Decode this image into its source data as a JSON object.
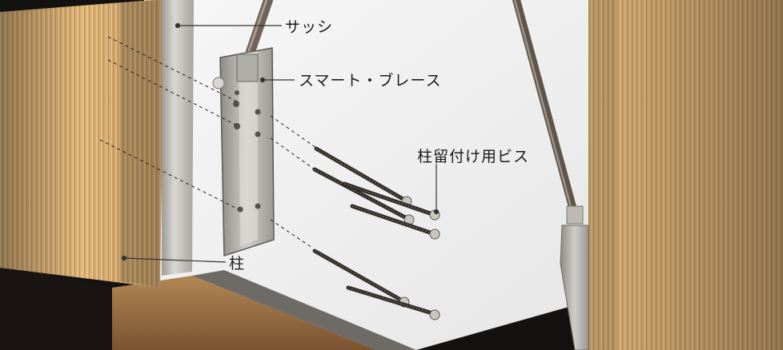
{
  "labels": {
    "sash": "サッシ",
    "smart_brace": "スマート・ブレース",
    "pillar_screw": "柱留付け用ビス",
    "pillar": "柱"
  },
  "colors": {
    "wood_light": "#e3bd82",
    "wood_mid": "#c99a5c",
    "wood_dark": "#8a5a2b",
    "metal": "#b9b7b2",
    "background": "#f2f2f2",
    "floor_dark": "#1a1512"
  }
}
